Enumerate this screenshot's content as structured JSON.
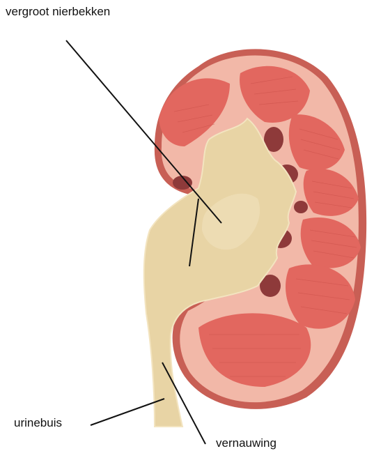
{
  "labels": {
    "enlarged_pelvis": "vergroot nierbekken",
    "ureter": "urinebuis",
    "narrowing": "vernauwing"
  },
  "colors": {
    "capsule": "#c85f55",
    "cortex": "#f2b8a8",
    "medulla": "#e2675f",
    "pelvis": "#e8d4a5",
    "calyx_shadow": "#8e3a3a",
    "leader_line": "#111111"
  }
}
